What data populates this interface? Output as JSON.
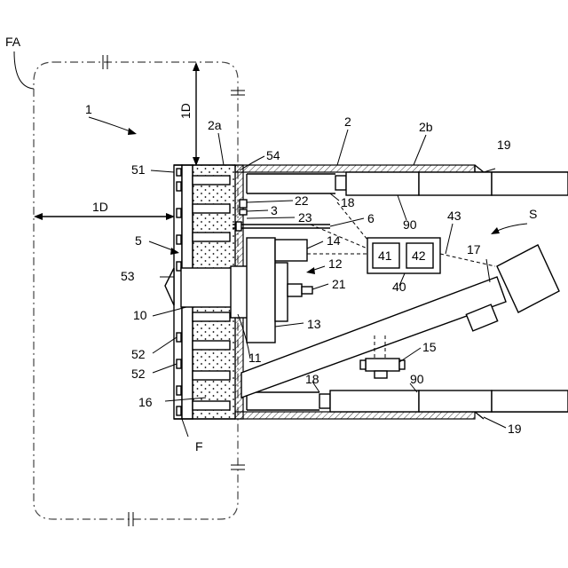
{
  "labels": {
    "FA": "FA",
    "n1": "1",
    "n1D_vertical": "1D",
    "n1D_horizontal": "1D",
    "n2a": "2a",
    "n2": "2",
    "n2b": "2b",
    "n19_top": "19",
    "n54": "54",
    "n51": "51",
    "n22": "22",
    "n18_top": "18",
    "n3": "3",
    "n23": "23",
    "n6": "6",
    "n90_top": "90",
    "n43": "43",
    "nS": "S",
    "n14": "14",
    "n41": "41",
    "n42": "42",
    "n17": "17",
    "n5": "5",
    "n12": "12",
    "n53": "53",
    "n21": "21",
    "n40": "40",
    "n10": "10",
    "n13": "13",
    "n15": "15",
    "n52_a": "52",
    "n11": "11",
    "n52_b": "52",
    "n18_bottom": "18",
    "n90_bottom": "90",
    "n16": "16",
    "n19_bottom": "19",
    "nF": "F"
  }
}
